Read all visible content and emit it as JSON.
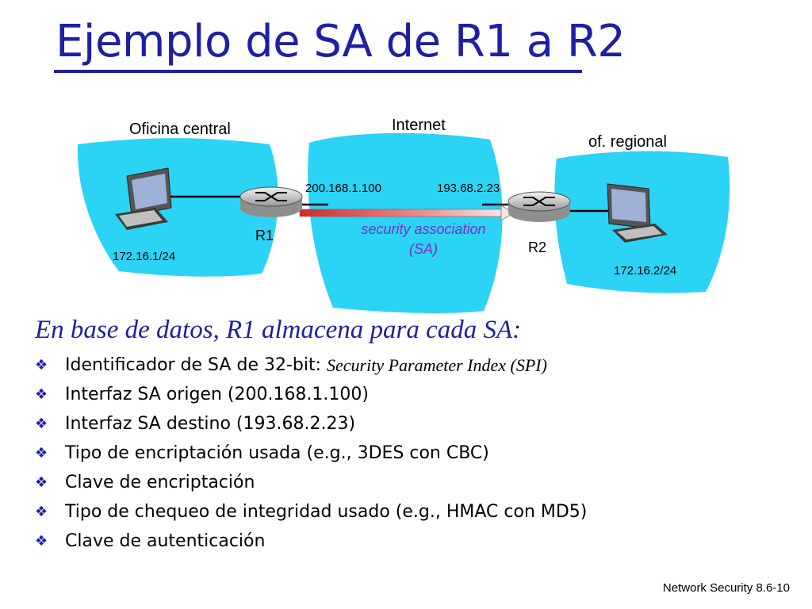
{
  "title": "Ejemplo de SA de R1 a R2",
  "diagram": {
    "hq_label": "Oficina central",
    "internet_label": "Internet",
    "regional_label": "of. regional",
    "r1_ip": "200.168.1.100",
    "r2_ip": "193.68.2.23",
    "r1_label": "R1",
    "r2_label": "R2",
    "hq_subnet": "172.16.1/24",
    "regional_subnet": "172.16.2/24",
    "sa_line1": "security association",
    "sa_line2": "(SA)",
    "colors": {
      "cloud": "#2bd3f5",
      "sa_arrow": "#d42a2a",
      "sa_text": "#7a2fc2",
      "title": "#1f1fa3"
    }
  },
  "subtitle": "En base de datos, R1 almacena para cada SA:",
  "bullets": [
    {
      "text": "Identificador de SA de 32-bit: ",
      "italic": "Security Parameter Index (SPI)"
    },
    {
      "text": "Interfaz SA origen (200.168.1.100)"
    },
    {
      "text": "Interfaz SA destino (193.68.2.23)"
    },
    {
      "text": "Tipo de encriptación usada (e.g., 3DES con CBC)"
    },
    {
      "text": "Clave de encriptación"
    },
    {
      "text": "Tipo de chequeo de integridad usado (e.g., HMAC con MD5)"
    },
    {
      "text": "Clave de autenticación"
    }
  ],
  "bullet_icon": "diamond-quad-icon",
  "footer": "Network Security 8.6-10"
}
